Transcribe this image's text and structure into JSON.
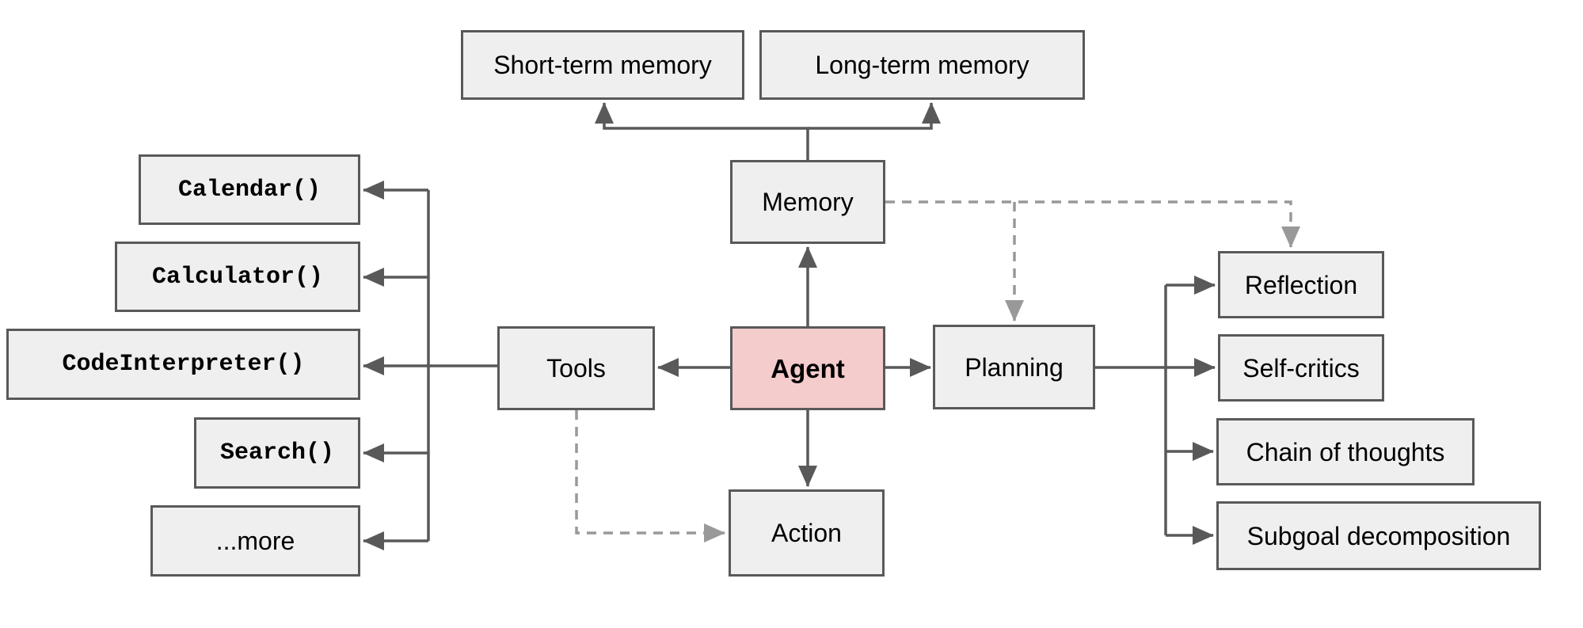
{
  "colors": {
    "background": "#ffffff",
    "node_fill": "#efefef",
    "node_border": "#595959",
    "agent_fill": "#f4cccc",
    "solid_connector": "#595959",
    "dashed_connector": "#999999",
    "text": "#000000"
  },
  "nodes": {
    "agent": {
      "label": "Agent"
    },
    "memory": {
      "label": "Memory"
    },
    "tools": {
      "label": "Tools"
    },
    "planning": {
      "label": "Planning"
    },
    "action": {
      "label": "Action"
    },
    "short_term_memory": {
      "label": "Short-term memory"
    },
    "long_term_memory": {
      "label": "Long-term memory"
    }
  },
  "tool_items": [
    {
      "label": "Calendar()"
    },
    {
      "label": "Calculator()"
    },
    {
      "label": "CodeInterpreter()"
    },
    {
      "label": "Search()"
    },
    {
      "label": "...more"
    }
  ],
  "planning_items": [
    {
      "label": "Reflection"
    },
    {
      "label": "Self-critics"
    },
    {
      "label": "Chain of thoughts"
    },
    {
      "label": "Subgoal decomposition"
    }
  ],
  "edges": [
    {
      "from": "Agent",
      "to": "Memory",
      "style": "solid-arrow"
    },
    {
      "from": "Agent",
      "to": "Tools",
      "style": "solid-arrow"
    },
    {
      "from": "Agent",
      "to": "Planning",
      "style": "solid-arrow"
    },
    {
      "from": "Agent",
      "to": "Action",
      "style": "solid-arrow"
    },
    {
      "from": "Memory",
      "to": "Short-term memory",
      "style": "solid-arrow"
    },
    {
      "from": "Memory",
      "to": "Long-term memory",
      "style": "solid-arrow"
    },
    {
      "from": "Tools",
      "to": "Calendar()",
      "style": "solid-arrow"
    },
    {
      "from": "Tools",
      "to": "Calculator()",
      "style": "solid-arrow"
    },
    {
      "from": "Tools",
      "to": "CodeInterpreter()",
      "style": "solid-arrow"
    },
    {
      "from": "Tools",
      "to": "Search()",
      "style": "solid-arrow"
    },
    {
      "from": "Tools",
      "to": "...more",
      "style": "solid-arrow"
    },
    {
      "from": "Planning",
      "to": "Reflection",
      "style": "solid-arrow"
    },
    {
      "from": "Planning",
      "to": "Self-critics",
      "style": "solid-arrow"
    },
    {
      "from": "Planning",
      "to": "Chain of thoughts",
      "style": "solid-arrow"
    },
    {
      "from": "Planning",
      "to": "Subgoal decomposition",
      "style": "solid-arrow"
    },
    {
      "from": "Memory",
      "to": "Planning",
      "style": "dashed-arrow"
    },
    {
      "from": "Memory",
      "to": "Reflection",
      "style": "dashed-arrow"
    },
    {
      "from": "Tools",
      "to": "Action",
      "style": "dashed-arrow"
    }
  ]
}
